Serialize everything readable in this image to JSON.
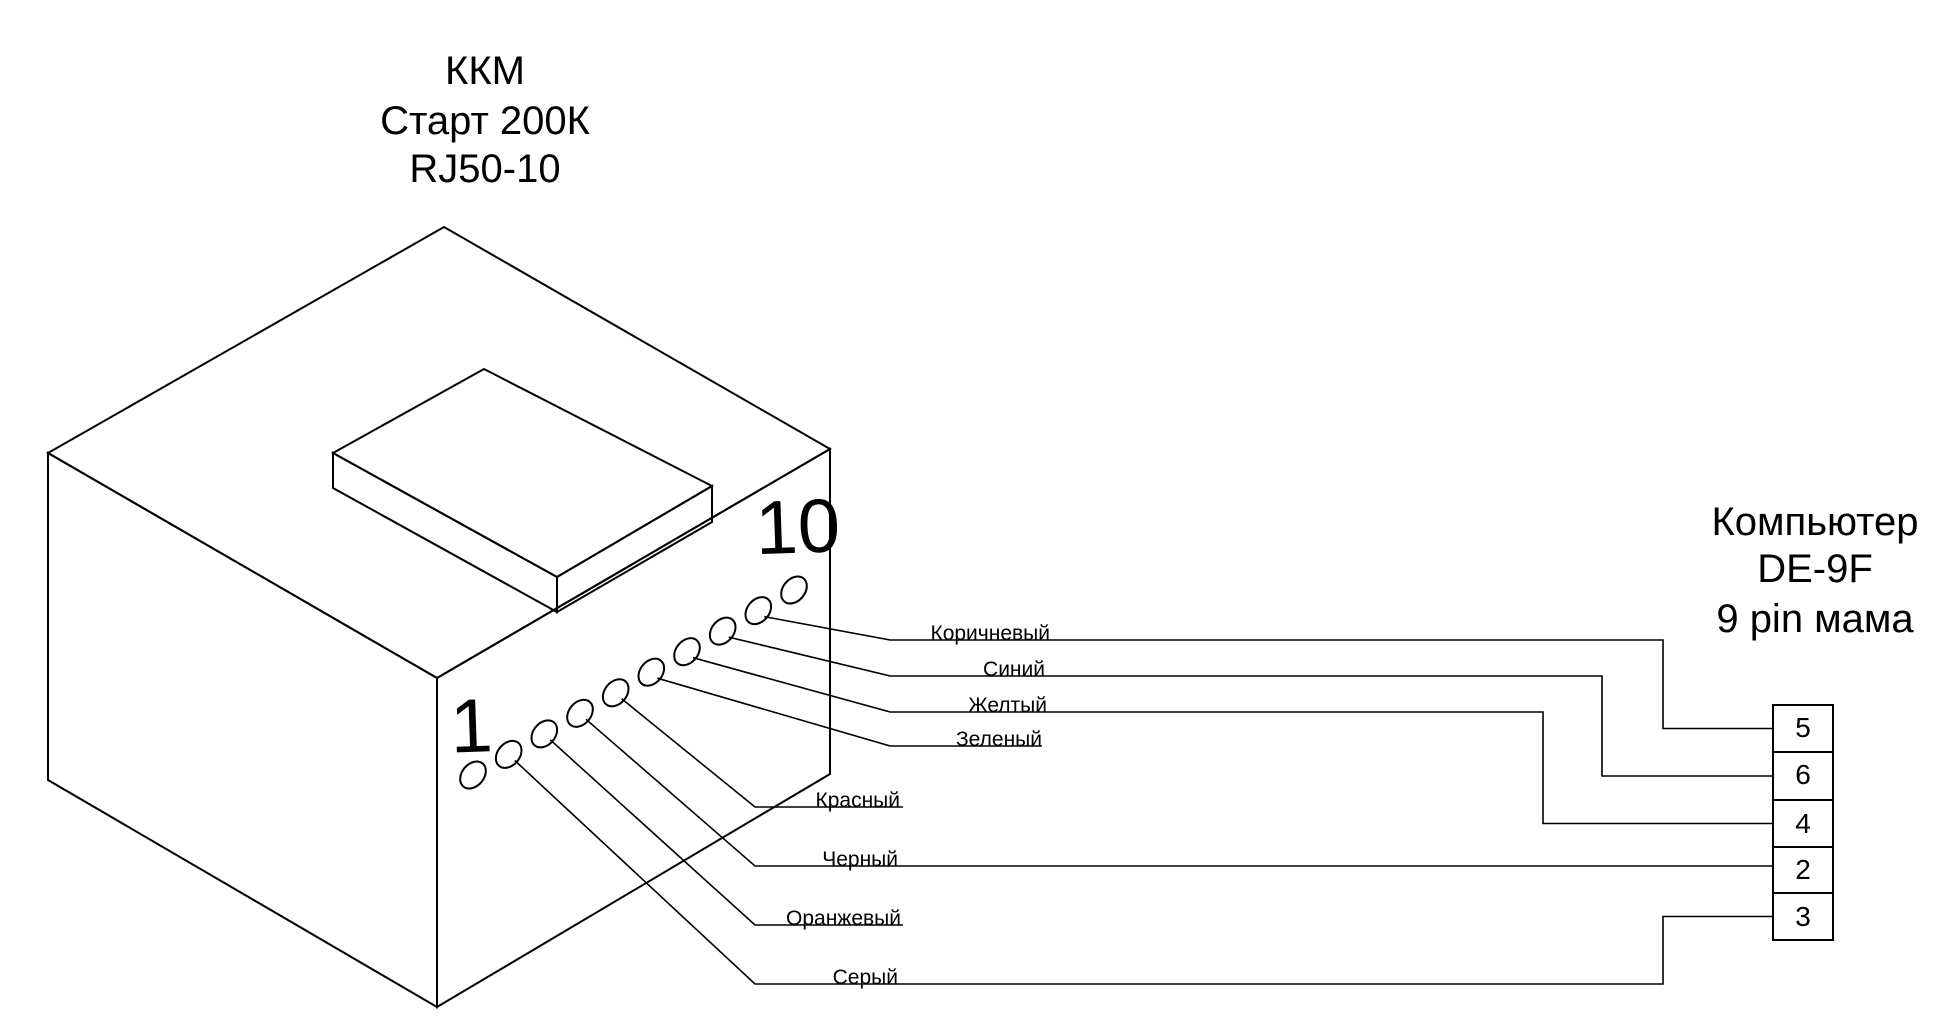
{
  "device": {
    "title": [
      "ККМ",
      "Старт 200К",
      "RJ50-10"
    ],
    "pin_first_label": "1",
    "pin_last_label": "10"
  },
  "computer": {
    "title": [
      "Компьютер",
      "DE-9F",
      "9 pin мама"
    ]
  },
  "connector_pins": [
    "5",
    "6",
    "4",
    "2",
    "3"
  ],
  "wires": [
    {
      "label": "Коричневый",
      "rj_pin": 9,
      "de9_pin": "5"
    },
    {
      "label": "Синий",
      "rj_pin": 8,
      "de9_pin": "6"
    },
    {
      "label": "Желтый",
      "rj_pin": 7,
      "de9_pin": "4"
    },
    {
      "label": "Зеленый",
      "rj_pin": 6,
      "de9_pin": null
    },
    {
      "label": "Красный",
      "rj_pin": 5,
      "de9_pin": null
    },
    {
      "label": "Черный",
      "rj_pin": 4,
      "de9_pin": "2"
    },
    {
      "label": "Оранжевый",
      "rj_pin": 3,
      "de9_pin": null
    },
    {
      "label": "Серый",
      "rj_pin": 2,
      "de9_pin": "3"
    }
  ],
  "colors": {
    "line": "#000000",
    "background": "#ffffff"
  }
}
